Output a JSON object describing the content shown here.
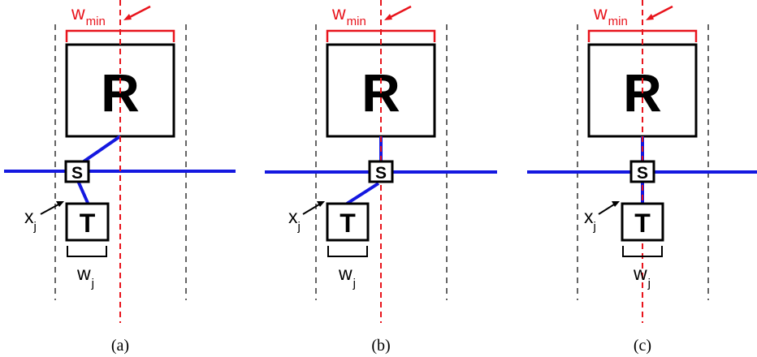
{
  "colors": {
    "red": "#e8141c",
    "blue": "#1418e0",
    "black": "#000000",
    "gray": "#666666"
  },
  "labels": {
    "w": "w",
    "min": "min",
    "R": "R",
    "S": "S",
    "T": "T",
    "x": "x",
    "j": "j"
  },
  "panels": [
    {
      "caption": "(a)"
    },
    {
      "caption": "(b)"
    },
    {
      "caption": "(c)"
    }
  ]
}
